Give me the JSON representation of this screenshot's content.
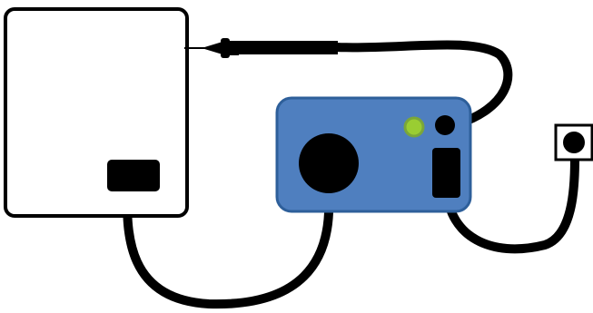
{
  "diagram": {
    "components": [
      {
        "id": "device",
        "icon": "device-box-icon"
      },
      {
        "id": "probe",
        "icon": "probe-icon"
      },
      {
        "id": "power-unit",
        "icon": "power-unit-icon"
      },
      {
        "id": "indicator-light",
        "icon": "status-led-icon"
      },
      {
        "id": "large-connector",
        "icon": "round-connector-icon"
      },
      {
        "id": "power-plug",
        "icon": "power-plug-icon"
      },
      {
        "id": "wall-outlet",
        "icon": "wall-outlet-icon"
      }
    ],
    "connections": [
      {
        "from": "device",
        "to": "power-unit",
        "via": "large-connector"
      },
      {
        "from": "probe",
        "to": "power-unit"
      },
      {
        "from": "power-unit",
        "to": "wall-outlet",
        "via": "power-plug"
      }
    ],
    "colors": {
      "stroke": "#000000",
      "device_fill": "#ffffff",
      "unit_fill": "#4f7fbf",
      "unit_stroke": "#2e5f9a",
      "led_fill": "#9acd32",
      "led_ring": "#7aa63a"
    }
  }
}
